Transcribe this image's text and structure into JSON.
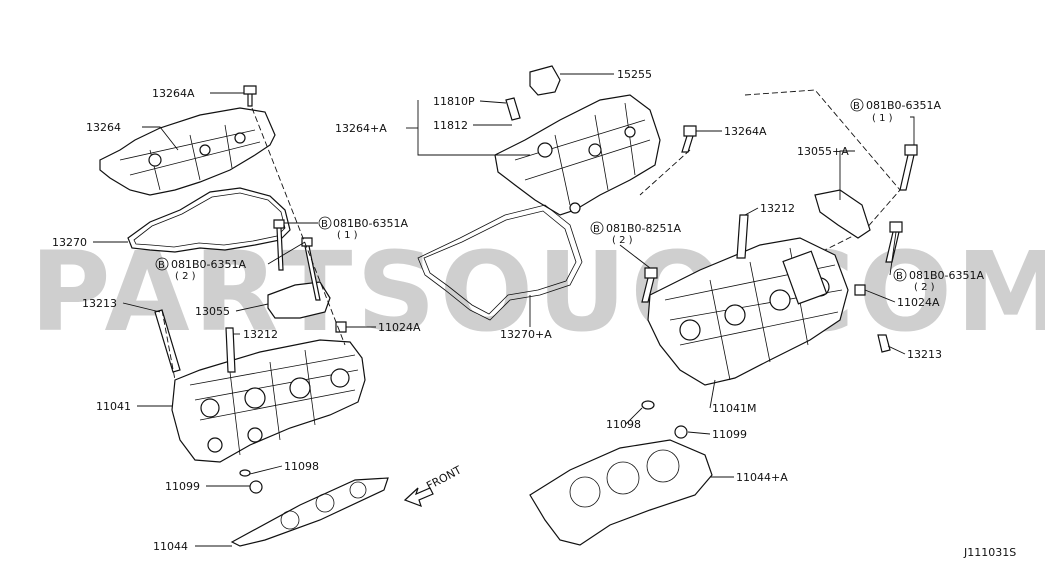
{
  "watermark": "PARTSOUQ.COM",
  "diagram_id": "J111031S",
  "front_label": "FRONT",
  "labels": {
    "l15255": "15255",
    "l13264A_left": "13264A",
    "l13264": "13264",
    "l11810P": "11810P",
    "l11812": "11812",
    "l13264pA": "13264+A",
    "l13264A_right": "13264A",
    "lB081_1_top": "081B0-6351A",
    "lB081_1_top_qty": "( 1 )",
    "l13055pA": "13055+A",
    "l13270": "13270",
    "lB081_1_mid": "081B0-6351A",
    "lB081_1_mid_qty": "( 1 )",
    "lB081_2_left": "081B0-6351A",
    "lB081_2_left_qty": "( 2 )",
    "l13212_right": "13212",
    "lB081_8251": "081B0-8251A",
    "lB081_8251_qty": "( 2 )",
    "lB081_2_right": "081B0-6351A",
    "lB081_2_right_qty": "( 2 )",
    "l13213_left": "13213",
    "l13055": "13055",
    "l11024A_left": "11024A",
    "l13212_left": "13212",
    "l13270pA": "13270+A",
    "l11024A_right": "11024A",
    "l13213_right": "13213",
    "l11041": "11041",
    "l11041M": "11041M",
    "l11098_right": "11098",
    "l11099_right": "11099",
    "l11098_left": "11098",
    "l11099_left": "11099",
    "l11044pA": "11044+A",
    "l11044": "11044"
  }
}
